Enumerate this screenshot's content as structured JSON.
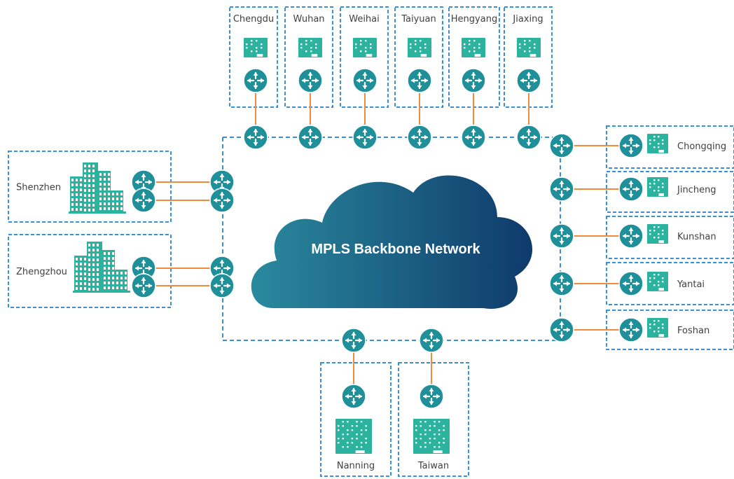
{
  "diagram": {
    "title": "MPLS Backbone Network",
    "colors": {
      "site_border": "#3a8fd6",
      "backbone": "#3a8fd6",
      "link": "#f08a3c",
      "router": "#1f8f9a",
      "building": "#2bb3a0",
      "cloud_dark": "#0f3a6b",
      "cloud_light": "#2a8a9e"
    },
    "icons": {
      "router": "router-icon",
      "building": "building-icon"
    },
    "sites": {
      "top": [
        "Chengdu",
        "Wuhan",
        "Weihai",
        "Taiyuan",
        "Hengyang",
        "Jiaxing"
      ],
      "left": [
        "Shenzhen",
        "Zhengzhou"
      ],
      "right": [
        "Chongqing",
        "Jincheng",
        "Kunshan",
        "Yantai",
        "Foshan"
      ],
      "bottom": [
        "Nanning",
        "Taiwan"
      ]
    }
  }
}
